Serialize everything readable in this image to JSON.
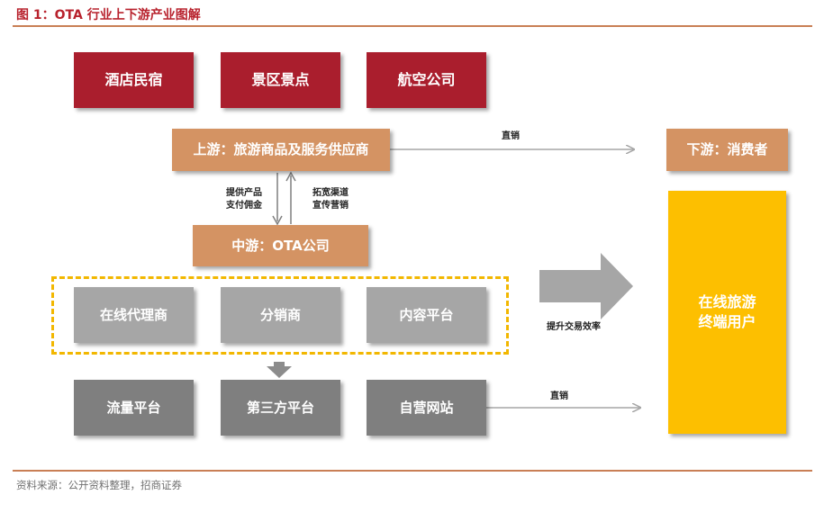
{
  "title": "图 1：OTA 行业上下游产业图解",
  "boxes": {
    "hotel": "酒店民宿",
    "scenic": "景区景点",
    "airline": "航空公司",
    "upstream": "上游：旅游商品及服务供应商",
    "downstream": "下游：消费者",
    "midstream": "中游：OTA公司",
    "online_agent": "在线代理商",
    "distributor": "分销商",
    "content_platform": "内容平台",
    "traffic_platform": "流量平台",
    "third_party_platform": "第三方平台",
    "own_website": "自营网站",
    "end_user_line1": "在线旅游",
    "end_user_line2": "终端用户"
  },
  "labels": {
    "direct_sale_top": "直销",
    "direct_sale_bottom": "直销",
    "provide_products": "提供产品",
    "pay_commission": "支付佣金",
    "expand_channels": "拓宽渠道",
    "promote_marketing": "宣传营销",
    "improve_efficiency": "提升交易效率"
  },
  "source": "资料来源：公开资料整理，招商证券",
  "colors": {
    "accent_red": "#aa1e2d",
    "tan": "#d49363",
    "gray_light": "#a6a6a6",
    "gray_dark": "#7f7f7f",
    "yellow": "#fdbf00"
  }
}
